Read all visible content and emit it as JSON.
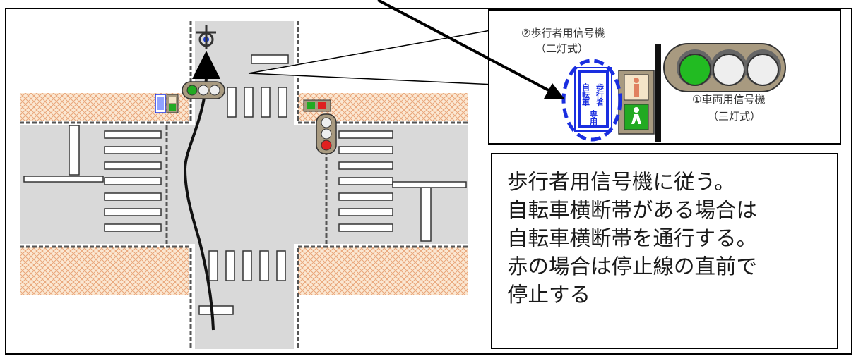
{
  "callout": {
    "pedestrian_signal_label": "②歩行者用信号機",
    "pedestrian_signal_sublabel": "（二灯式）",
    "sign_text_left": "自転車",
    "sign_text_right": "歩行者",
    "sign_text_bottom": "専用",
    "vehicle_signal_label": "①車両用信号機",
    "vehicle_signal_sublabel": "（三灯式）"
  },
  "rule_text": {
    "line1": "歩行者用信号機に従う。",
    "line2": "自転車横断帯がある場合は",
    "line3": "自転車横断帯を通行する。",
    "line4": "赤の場合は停止線の直前で",
    "line5": "停止する"
  },
  "colors": {
    "sidewalk": "#f6d9b6",
    "road": "#d9d9d9",
    "signal_green": "#22aa22",
    "signal_red": "#e02020",
    "sign_blue": "#1a2ee0",
    "signal_housing": "#a89a80"
  }
}
